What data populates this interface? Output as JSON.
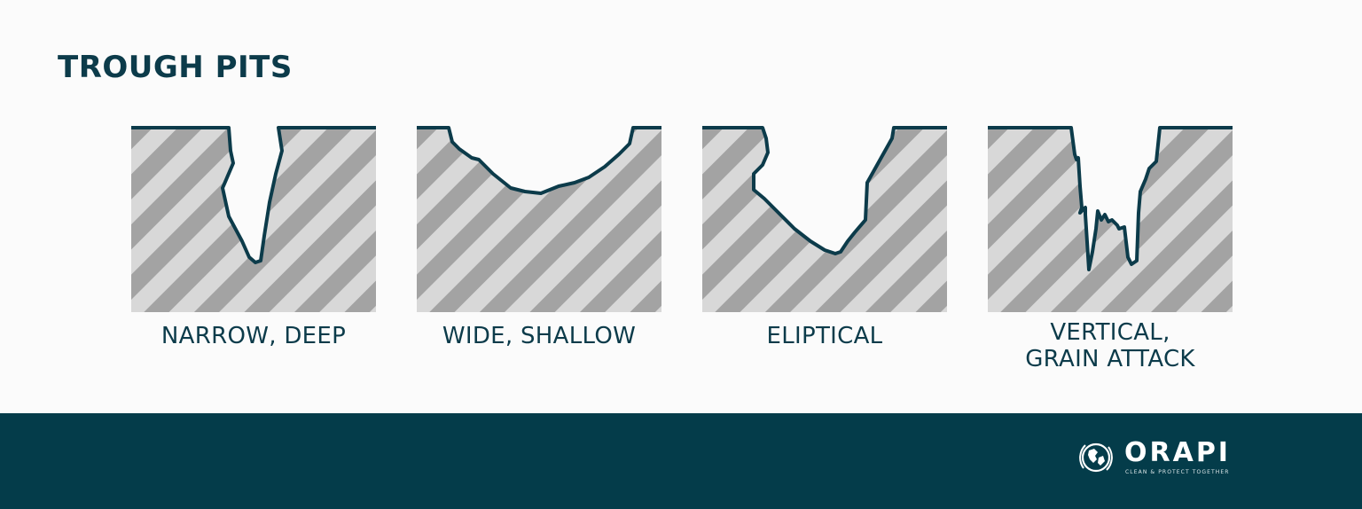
{
  "title": "TROUGH PITS",
  "colors": {
    "brand": "#043c4a",
    "outline": "#0c3b4a",
    "stripe_dark": "#a3a3a3",
    "stripe_light": "#d8d8d8"
  },
  "pits": [
    {
      "label_lines": [
        "NARROW, DEEP"
      ]
    },
    {
      "label_lines": [
        "WIDE, SHALLOW"
      ]
    },
    {
      "label_lines": [
        "ELIPTICAL"
      ]
    },
    {
      "label_lines": [
        "VERTICAL,",
        "GRAIN ATTACK"
      ]
    }
  ],
  "logo": {
    "wordmark": "ORAPI",
    "tagline": "CLEAN & PROTECT TOGETHER",
    "icon": "globe-icon"
  }
}
